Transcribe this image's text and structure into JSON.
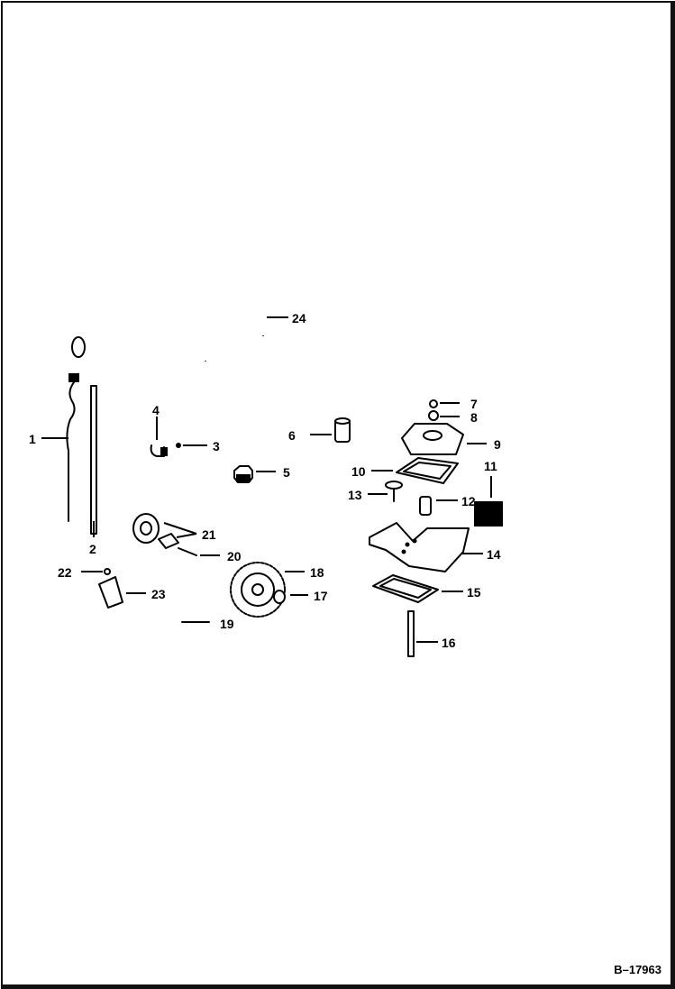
{
  "drawing_code": "B–17963",
  "callouts": [
    {
      "num": "1"
    },
    {
      "num": "2"
    },
    {
      "num": "3"
    },
    {
      "num": "4"
    },
    {
      "num": "5"
    },
    {
      "num": "6"
    },
    {
      "num": "7"
    },
    {
      "num": "8"
    },
    {
      "num": "9"
    },
    {
      "num": "10"
    },
    {
      "num": "11"
    },
    {
      "num": "12"
    },
    {
      "num": "13"
    },
    {
      "num": "14"
    },
    {
      "num": "15"
    },
    {
      "num": "16"
    },
    {
      "num": "17"
    },
    {
      "num": "18"
    },
    {
      "num": "19"
    },
    {
      "num": "20"
    },
    {
      "num": "21"
    },
    {
      "num": "22"
    },
    {
      "num": "23"
    },
    {
      "num": "24"
    }
  ]
}
